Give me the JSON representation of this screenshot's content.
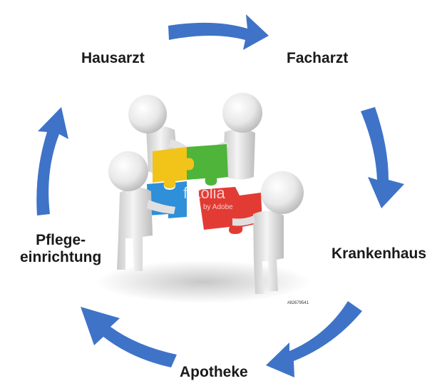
{
  "nodes": {
    "hausarzt": "Hausarzt",
    "facharzt": "Facharzt",
    "krankenhaus": "Krankenhaus",
    "apotheke": "Apotheke",
    "pflege_line1": "Pflege-",
    "pflege_line2": "einrichtung"
  },
  "watermark": {
    "brand": "fotolia",
    "sub": "by Adobe",
    "stock_id": "#82679541"
  },
  "colors": {
    "arrow": "#3f73c8",
    "puzzle_yellow": "#f2c419",
    "puzzle_green": "#4fb43a",
    "puzzle_blue": "#2f8fd8",
    "puzzle_red": "#e23b34",
    "figure": "#e6e6e6"
  }
}
